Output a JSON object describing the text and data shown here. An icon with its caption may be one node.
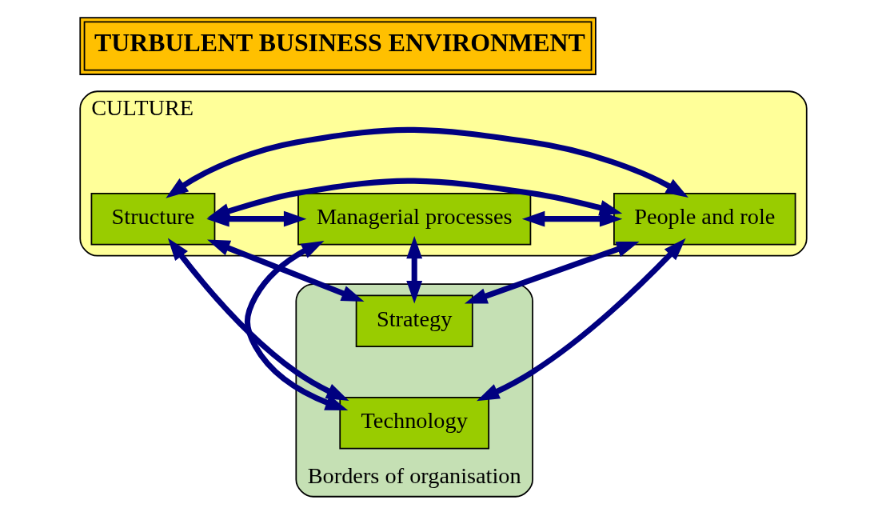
{
  "diagram": {
    "title": "TURBULENT BUSINESS ENVIRONMENT",
    "nodes": [
      {
        "text": [
          "Borders of organisation"
        ]
      },
      {
        "text": [
          "Strategy"
        ],
        "in": 0
      },
      {
        "text": [
          "CULTURE"
        ]
      },
      {
        "text": [
          "Structure"
        ],
        "in": 2
      },
      {
        "text": [
          "Managerial processes"
        ],
        "in": 2
      },
      {
        "text": [
          "People and role"
        ],
        "in": 2
      },
      {
        "text": [
          "Technology"
        ],
        "in": 0
      }
    ],
    "edges": [
      {
        "from": 1,
        "to": 3,
        "arrow": "both"
      },
      {
        "from": 1,
        "to": 4,
        "arrow": "both"
      },
      {
        "from": 1,
        "to": 5,
        "arrow": "both"
      },
      {
        "from": 3,
        "to": 4,
        "arrow": "both"
      },
      {
        "from": 4,
        "to": 5,
        "arrow": "both"
      },
      {
        "from": 3,
        "to": 5,
        "arrow": "both"
      },
      {
        "from": 3,
        "to": 5,
        "arrow": "both"
      },
      {
        "from": 4,
        "to": 6,
        "arrow": "both"
      },
      {
        "from": 3,
        "to": 6,
        "arrow": "both"
      },
      {
        "from": 5,
        "to": 6,
        "arrow": "both"
      }
    ]
  }
}
